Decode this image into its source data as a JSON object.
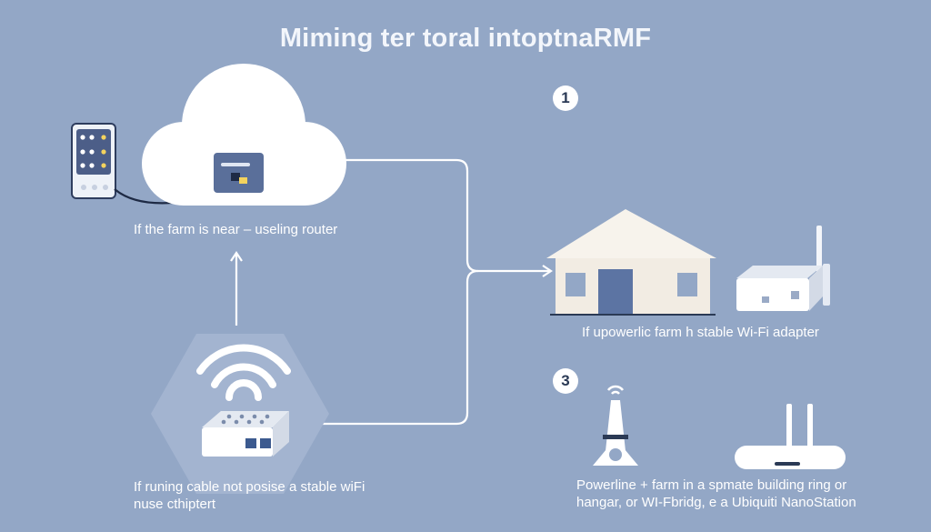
{
  "title": "Miming ter toral intoptnaRMF",
  "badges": {
    "one": "1",
    "three": "3"
  },
  "captions": {
    "near": "If the farm is near – useling router",
    "adapter": "If upowerlic farm h stable Wi-Fi adapter",
    "cable_line1": "If runing cable not posise a stable wiFi",
    "cable_line2": "nuse cthiptert",
    "powerline_line1": "Powerline + farm in a spmate building ring or",
    "powerline_line2": "hangar, or WI-Fbridg, e a Ubiquiti NanoStation"
  },
  "colors": {
    "background": "#93a7c6",
    "cloud": "#ffffff",
    "house_wall": "#f2ece3",
    "house_window": "#93a7c6",
    "door": "#5c74a3",
    "router_box": "#5a6f9a",
    "connector_line": "#ffffff",
    "hexagon": "#a3b4d0"
  },
  "icons": {
    "server": "server-rack-icon",
    "cloud": "cloud-icon",
    "cloud_router": "router-box-icon",
    "wifi": "wifi-icon",
    "wifi_router": "wifi-router-icon",
    "house": "house-icon",
    "adapter": "wifi-adapter-icon",
    "antenna": "antenna-tower-icon",
    "nanostation": "nanostation-router-icon"
  }
}
